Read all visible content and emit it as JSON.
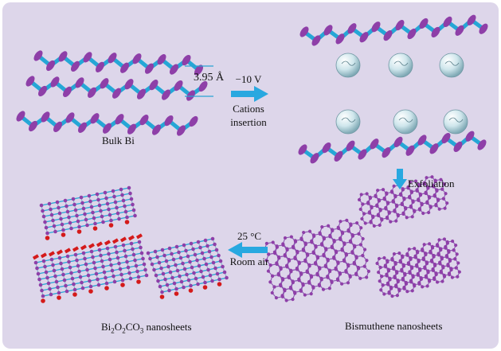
{
  "colors": {
    "background": "#ddd6ea",
    "bismuth_atom": "#8e3fa8",
    "bond": "#25a7d6",
    "arrow": "#28a8e0",
    "oxygen_atom": "#d41a1a",
    "cation_sphere": "#cfe6ec"
  },
  "labels": {
    "bulk_bi": "Bulk Bi",
    "spacing": "3.95 Å",
    "voltage": "−10 V",
    "cations_line1": "Cations",
    "cations_line2": "insertion",
    "exfoliation": "Exfoliation",
    "temperature": "25 °C",
    "room_air": "Room air",
    "bismuthene": "Bismuthene nanosheets",
    "bi2o2co3_prefix": "Bi",
    "bi2o2co3_sub1": "2",
    "bi2o2co3_mid1": "O",
    "bi2o2co3_sub2": "2",
    "bi2o2co3_mid2": "CO",
    "bi2o2co3_sub3": "3",
    "bi2o2co3_suffix": " nanosheets"
  },
  "icons": {
    "arrow_right": "arrow-right-icon",
    "arrow_down": "arrow-down-icon",
    "arrow_left": "arrow-left-icon"
  }
}
